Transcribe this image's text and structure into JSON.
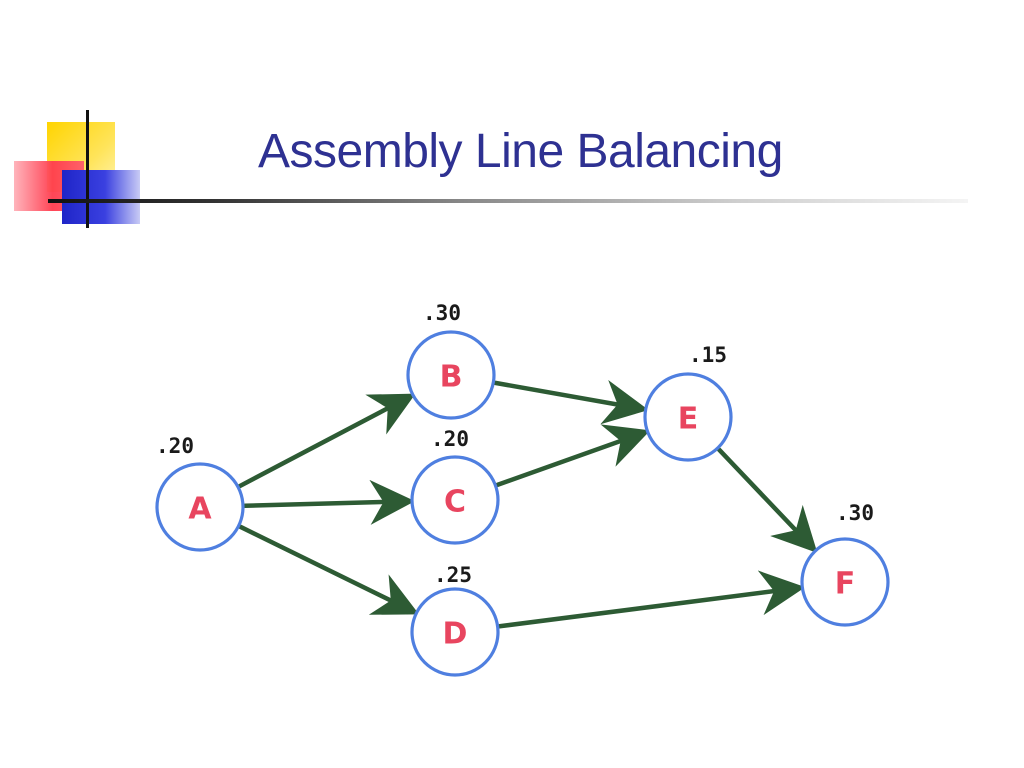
{
  "slide": {
    "title": "Assembly Line Balancing"
  },
  "diagram": {
    "nodes": [
      {
        "id": "A",
        "label": "A",
        "time": ".20"
      },
      {
        "id": "B",
        "label": "B",
        "time": ".30"
      },
      {
        "id": "C",
        "label": "C",
        "time": ".20"
      },
      {
        "id": "D",
        "label": "D",
        "time": ".25"
      },
      {
        "id": "E",
        "label": "E",
        "time": ".15"
      },
      {
        "id": "F",
        "label": "F",
        "time": ".30"
      }
    ],
    "edges": [
      {
        "from": "A",
        "to": "B"
      },
      {
        "from": "A",
        "to": "C"
      },
      {
        "from": "A",
        "to": "D"
      },
      {
        "from": "B",
        "to": "E"
      },
      {
        "from": "C",
        "to": "E"
      },
      {
        "from": "E",
        "to": "F"
      },
      {
        "from": "D",
        "to": "F"
      }
    ],
    "colors": {
      "node_stroke": "#4f7fe0",
      "node_label": "#e8455f",
      "edge": "#2d5b34",
      "title": "#2e3192"
    }
  }
}
